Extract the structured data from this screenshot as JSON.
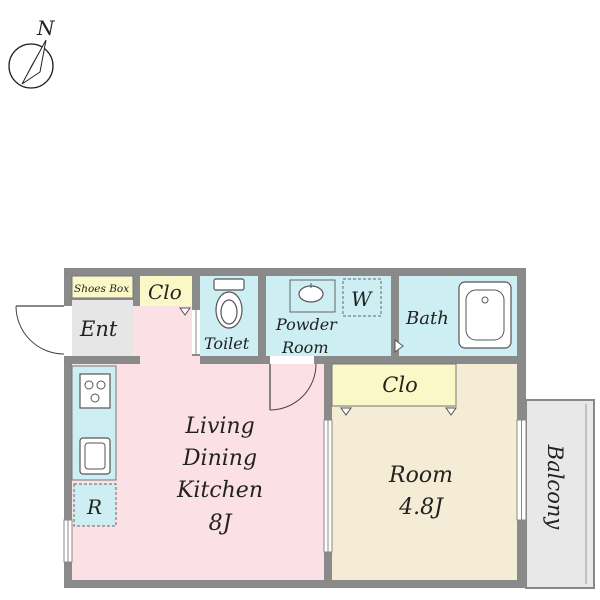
{
  "compass": {
    "label": "N"
  },
  "rooms": {
    "shoes_box": "Shoes Box",
    "entry": "Ent",
    "closet_entry": "Clo",
    "toilet": "Toilet",
    "powder_room": [
      "Powder",
      "Room"
    ],
    "washer": "W",
    "bath": "Bath",
    "ldk": [
      "Living",
      "Dining",
      "Kitchen",
      "8J"
    ],
    "refrigerator": "R",
    "room_closet": "Clo",
    "room": [
      "Room",
      "4.8J"
    ],
    "balcony": "Balcony"
  },
  "colors": {
    "wall": "#8a8a8a",
    "ldk_floor": "#fbe1e6",
    "room_floor": "#f4ecd4",
    "wet_area": "#cdeef3",
    "entry_floor": "#e6e6e6",
    "closet": "#fbf8c7",
    "balcony": "#e8e8e8"
  }
}
